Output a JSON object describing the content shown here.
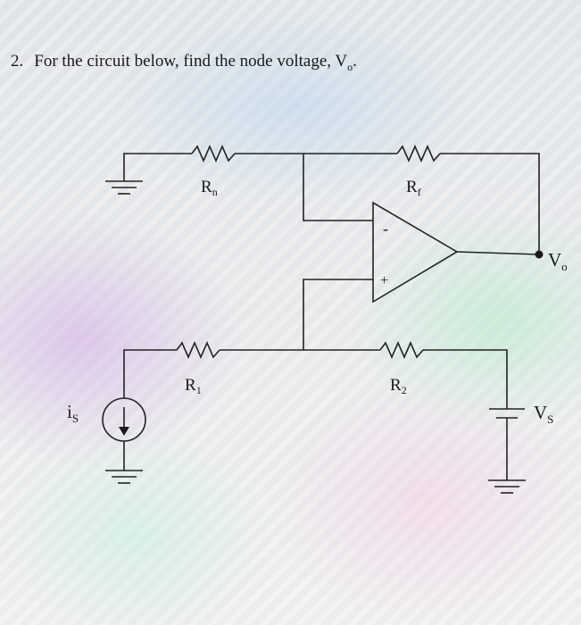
{
  "problem": {
    "number": "2.",
    "text": "For the circuit below, find the node voltage, V",
    "subscript": "o",
    "end": "."
  },
  "labels": {
    "Rn": {
      "main": "R",
      "sub": "n"
    },
    "Rf": {
      "main": "R",
      "sub": "f"
    },
    "R1": {
      "main": "R",
      "sub": "1"
    },
    "R2": {
      "main": "R",
      "sub": "2"
    },
    "Vo": {
      "main": "V",
      "sub": "o"
    },
    "Vs": {
      "main": "V",
      "sub": "S"
    },
    "is": {
      "main": "i",
      "sub": "S"
    },
    "opamp_minus": "-",
    "opamp_plus": "+"
  }
}
